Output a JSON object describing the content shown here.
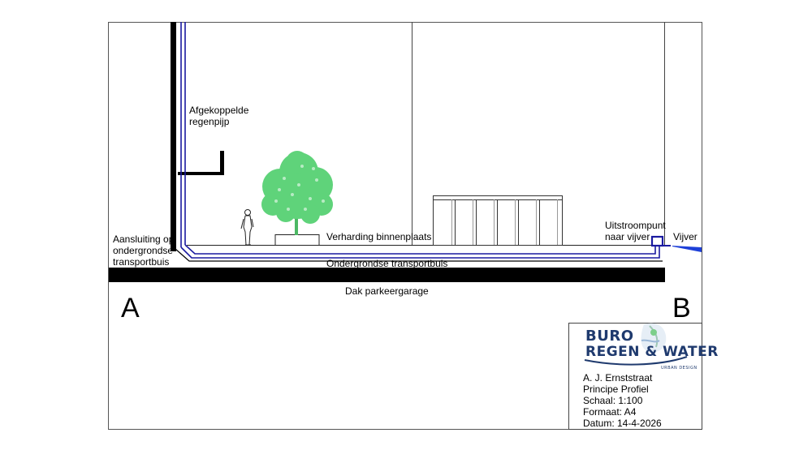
{
  "labels": {
    "downpipe_line1": "Afgekoppelde",
    "downpipe_line2": "regenpijp",
    "connection_line1": "Aansluiting op",
    "connection_line2": "ondergrondse",
    "connection_line3": "transportbuis",
    "paving": "Verharding binnenplaats",
    "underground_pipe": "Ondergrondse transportbuis",
    "outflow_line1": "Uitstroompunt",
    "outflow_line2": "naar vijver",
    "pond": "Vijver",
    "roof_garage": "Dak parkeergarage",
    "point_a": "A",
    "point_b": "B"
  },
  "title_block": {
    "logo_line1": "BURO",
    "logo_line2": "REGEN & WATER",
    "logo_tagline": "URBAN DESIGN",
    "street": "A. J. Ernststraat",
    "drawing_title": "Principe Profiel",
    "scale": "Schaal: 1:100",
    "format": "Formaat: A4",
    "date": "Datum: 14-4-2026"
  },
  "colors": {
    "pipe_blue": "#1a1aa0",
    "tree_green": "#5fd37a",
    "pond_blue": "#1e40d8",
    "logo_navy": "#1f3a6e"
  }
}
